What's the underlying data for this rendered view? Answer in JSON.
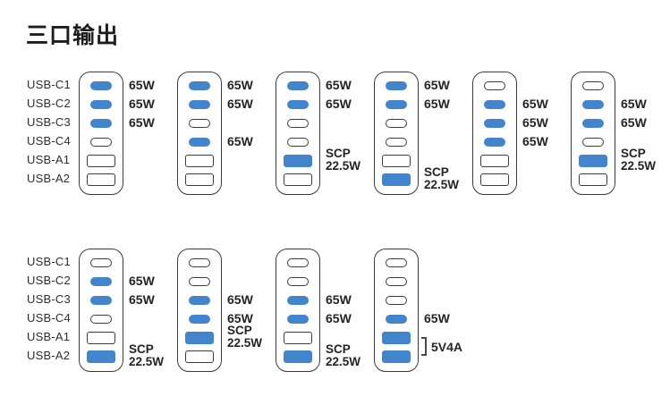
{
  "title": "三口输出",
  "colors": {
    "active_port_blue": "#4285cd",
    "outline_dark": "#3c3c3c",
    "text_dark": "#242424"
  },
  "port_labels": [
    "USB-C1",
    "USB-C2",
    "USB-C3",
    "USB-C4",
    "USB-A1",
    "USB-A2"
  ],
  "rows": [
    {
      "chargers": [
        {
          "ports": [
            {
              "active": true,
              "label": "65W"
            },
            {
              "active": true,
              "label": "65W"
            },
            {
              "active": true,
              "label": "65W"
            },
            {
              "active": false
            },
            {
              "active": false
            },
            {
              "active": false
            }
          ]
        },
        {
          "ports": [
            {
              "active": true,
              "label": "65W"
            },
            {
              "active": true,
              "label": "65W"
            },
            {
              "active": false
            },
            {
              "active": true,
              "label": "65W"
            },
            {
              "active": false
            },
            {
              "active": false
            }
          ]
        },
        {
          "ports": [
            {
              "active": true,
              "label": "65W"
            },
            {
              "active": true,
              "label": "65W"
            },
            {
              "active": false
            },
            {
              "active": false
            },
            {
              "active": true,
              "label": [
                "SCP",
                "22.5W"
              ]
            },
            {
              "active": false
            }
          ]
        },
        {
          "ports": [
            {
              "active": true,
              "label": "65W"
            },
            {
              "active": true,
              "label": "65W"
            },
            {
              "active": false
            },
            {
              "active": false
            },
            {
              "active": false
            },
            {
              "active": true,
              "label": [
                "SCP",
                "22.5W"
              ]
            }
          ]
        },
        {
          "ports": [
            {
              "active": false
            },
            {
              "active": true,
              "label": "65W"
            },
            {
              "active": true,
              "label": "65W"
            },
            {
              "active": true,
              "label": "65W"
            },
            {
              "active": false
            },
            {
              "active": false
            }
          ]
        },
        {
          "ports": [
            {
              "active": false
            },
            {
              "active": true,
              "label": "65W"
            },
            {
              "active": true,
              "label": "65W"
            },
            {
              "active": false
            },
            {
              "active": true,
              "label": [
                "SCP",
                "22.5W"
              ]
            },
            {
              "active": false
            }
          ]
        }
      ]
    },
    {
      "chargers": [
        {
          "ports": [
            {
              "active": false
            },
            {
              "active": true,
              "label": "65W"
            },
            {
              "active": true,
              "label": "65W"
            },
            {
              "active": false
            },
            {
              "active": false
            },
            {
              "active": true,
              "label": [
                "SCP",
                "22.5W"
              ]
            }
          ]
        },
        {
          "ports": [
            {
              "active": false
            },
            {
              "active": false
            },
            {
              "active": true,
              "label": "65W"
            },
            {
              "active": true,
              "label": "65W"
            },
            {
              "active": true,
              "label": [
                "SCP",
                "22.5W"
              ]
            },
            {
              "active": false
            }
          ]
        },
        {
          "ports": [
            {
              "active": false
            },
            {
              "active": false
            },
            {
              "active": true,
              "label": "65W"
            },
            {
              "active": true,
              "label": "65W"
            },
            {
              "active": false
            },
            {
              "active": true,
              "label": [
                "SCP",
                "22.5W"
              ]
            }
          ]
        },
        {
          "ports": [
            {
              "active": false
            },
            {
              "active": false
            },
            {
              "active": false
            },
            {
              "active": true,
              "label": "65W"
            },
            {
              "active": true
            },
            {
              "active": true
            }
          ],
          "group_label": "5V4A"
        }
      ]
    }
  ]
}
